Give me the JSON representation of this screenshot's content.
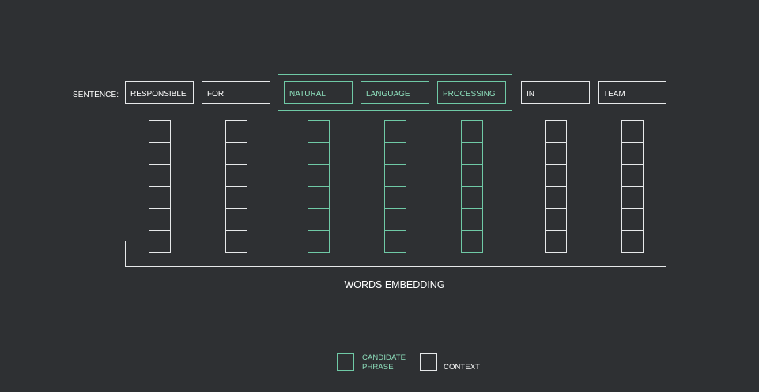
{
  "sentence_label": "SENTENCE:",
  "words": [
    {
      "text": "RESPONSIBLE",
      "role": "context"
    },
    {
      "text": "FOR",
      "role": "context"
    },
    {
      "text": "NATURAL",
      "role": "candidate"
    },
    {
      "text": "LANGUAGE",
      "role": "candidate"
    },
    {
      "text": "PROCESSING",
      "role": "candidate"
    },
    {
      "text": "IN",
      "role": "context"
    },
    {
      "text": "TEAM",
      "role": "context"
    }
  ],
  "embedding_cells_per_word": 6,
  "embedding_label": "WORDS EMBEDDING",
  "legend": {
    "candidate_label_line1": "CANDIDATE",
    "candidate_label_line2": "PHRASE",
    "context_label": "CONTEXT"
  },
  "colors": {
    "background": "#2e3033",
    "context": "#e6e8ea",
    "candidate": "#6fc9a6",
    "candidate_text": "#8ee0bd"
  }
}
